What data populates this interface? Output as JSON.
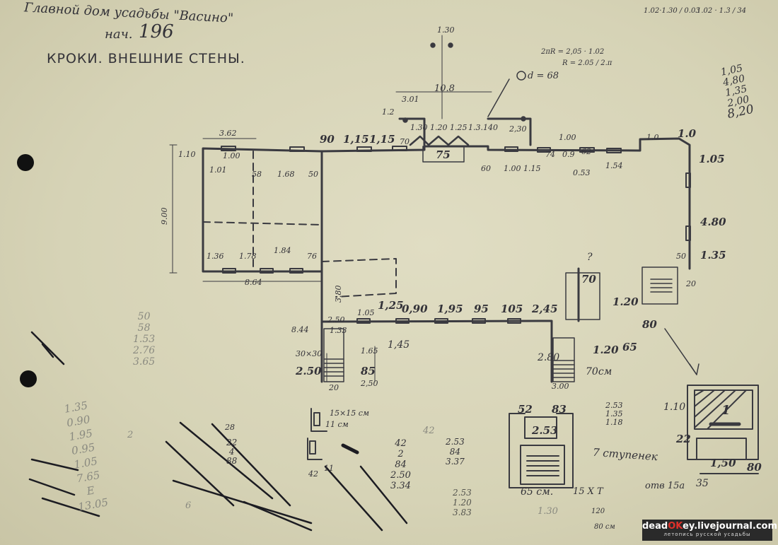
{
  "header": {
    "line1": "Главной дом усадьбы \"Васино\"",
    "nach_label": "нач.",
    "sheet_number": "196",
    "title": "КРОКИ. ВНЕШНИЕ СТЕНЫ."
  },
  "top_right_calc": {
    "a": "1.02·1.30 / 0.03",
    "b": "1.02 · 1.3 / 34",
    "formula1": "2πR = 2,05 · 1.02",
    "formula2": "R = 2.05 / 2.π",
    "stack": [
      "1,05",
      "4,80",
      "1,35",
      "2,00",
      "8,20"
    ],
    "circle_note": "d = 68"
  },
  "dims": {
    "d362": "3.62",
    "d110": "1.10",
    "d100a": "1.00",
    "d101": "1.01",
    "d58": "58",
    "d168": "1.68",
    "d50a": "50",
    "d900": "9.00",
    "d136": "1.36",
    "d178": "1.78",
    "d184": "1.84",
    "d76": "76",
    "d864": "8.64",
    "d90": "90",
    "d115a": "1,15",
    "d115b": "1,15",
    "d70": "70",
    "d75": "75",
    "d108": "10.8",
    "d301": "3.01",
    "d12": "1.2",
    "d130top": "1.30",
    "d130": "1.30",
    "d120": "1.20",
    "d125": "1.25",
    "d1340": "1.3.140",
    "d230": "2,30",
    "d60": "60",
    "d100b": "1.00",
    "d115c": "1.15",
    "d74": "74",
    "d090": "0.9",
    "d62": "62",
    "d053": "0.53",
    "d154": "1.54",
    "d100c": "1.00",
    "d10a": "1.0",
    "d10b": "1.0",
    "d105r": "1.05",
    "d480": "4.80",
    "d50b": "50",
    "d135": "1.35",
    "d20": "20",
    "d380": "3.80",
    "d250a": "2.50",
    "d133": "1.33",
    "d105": "1.05",
    "d125b": "1,25",
    "d090b": "0,90",
    "d195": "1,95",
    "d95": "95",
    "d105c": "105",
    "d245": "2,45",
    "d844": "8.44",
    "d30x30": "30×30",
    "d165": "1.65",
    "d145": "1,45",
    "d250b": "2.50",
    "d85": "85",
    "d250c": "2,50",
    "d20b": "20",
    "d70c": "70",
    "d120r": "1.20",
    "d80": "80",
    "d280": "2.80",
    "d120b": "1.20",
    "d65": "65",
    "d70cm": "70см",
    "d300": "3.00"
  },
  "notes": {
    "n15x15": "15×15 см",
    "n11cm": "11 см",
    "n28": "28",
    "n42a": "42",
    "n11": "11",
    "stack_left": [
      "50",
      "58",
      "1.53",
      "2.76",
      "3.65"
    ],
    "stack_mid1": [
      "22",
      "4",
      "88"
    ],
    "stack_mid2": [
      "42",
      "2",
      "84",
      "2.50",
      "3.34"
    ],
    "stack_mid3": [
      "2.53",
      "84",
      "3.37"
    ],
    "stack_mid4": [
      "2.53",
      "1.20",
      "3.83"
    ],
    "stack_faint_left": [
      "1.35",
      "0.90",
      "1.95",
      "0.95",
      "1.05",
      "7.65",
      "E",
      "13.05"
    ],
    "stack_right": [
      "2.53",
      "1.35",
      "1.18"
    ],
    "n42b": "42",
    "n2": "2",
    "n6": "6",
    "n130": "1.30",
    "n120s": "120",
    "n80cm": "80 см",
    "n7st": "7 ступенек",
    "n65cm": "65 см.",
    "n15xt": "15 Х Т",
    "n52": "52",
    "n83": "83",
    "n253": "2.53",
    "n110": "1.10",
    "n1": "1",
    "n22": "22",
    "n150": "1,50",
    "n80b": "80",
    "n35": "35",
    "n15a": "отв 15а",
    "n_q": "?"
  },
  "watermark": {
    "main_a": "dead",
    "main_o": "OK",
    "main_b": "ey.livejournal.com",
    "sub": "летопись русской усадьбы"
  }
}
